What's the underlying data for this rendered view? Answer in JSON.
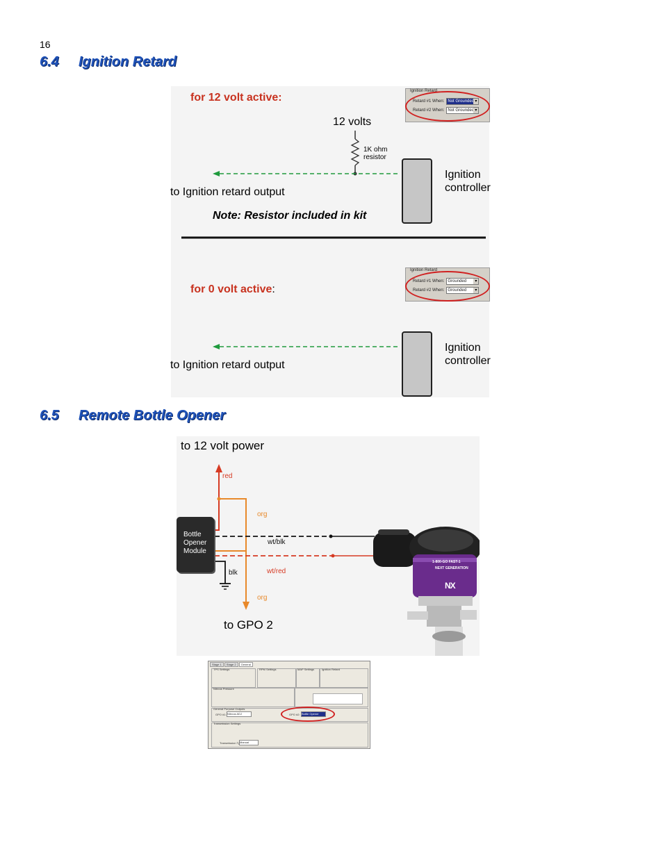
{
  "page_number": "16",
  "section_6_4": {
    "number": "6.4",
    "title": "Ignition Retard",
    "diagram_12v": {
      "heading": "for 12 volt  active:",
      "voltage_label": "12 volts",
      "resistor_label_line1": "1K ohm",
      "resistor_label_line2": "resistor",
      "output_label": "to Ignition retard output",
      "controller_line1": "Ignition",
      "controller_line2": "controller",
      "note": "Note: Resistor included in kit",
      "software_panel": {
        "group_label": "Ignition Retard",
        "row1_label": "Retard #1 When:",
        "row1_value": "Not Grounded",
        "row2_label": "Retard #2 When:",
        "row2_value": "Not Grounded"
      }
    },
    "diagram_0v": {
      "heading": "for 0 volt active",
      "heading_suffix": ":",
      "output_label": "to Ignition retard output",
      "controller_line1": "Ignition",
      "controller_line2": "controller",
      "software_panel": {
        "group_label": "Ignition Retard",
        "row1_label": "Retard #1 When:",
        "row1_value": "Grounded",
        "row2_label": "Retard #2 When:",
        "row2_value": "Grounded"
      }
    },
    "colors": {
      "heading_red": "#c8321f",
      "wire_green": "#1e9a3c",
      "oval_red": "#d02020"
    }
  },
  "section_6_5": {
    "number": "6.5",
    "title": "Remote Bottle Opener",
    "diagram": {
      "top_label": "to 12 volt power",
      "bottom_label": "to GPO 2",
      "module_line1": "Bottle",
      "module_line2": "Opener",
      "module_line3": "Module",
      "wire_red": "red",
      "wire_org_top": "org",
      "wire_wtblk": "wt/blk",
      "wire_wtred": "wt/red",
      "wire_blk": "blk",
      "wire_org_bottom": "org",
      "solenoid_text1": "1-800-GO",
      "solenoid_text2": "FAST-1",
      "solenoid_text3": "NEXT",
      "solenoid_text4": "GENERATION",
      "solenoid_logo": "NX"
    },
    "colors": {
      "wire_red": "#d63a23",
      "wire_orange": "#e8892a",
      "wire_black": "#111111",
      "solenoid_purple": "#6a2c8c"
    },
    "settings_screenshot": {
      "tabs": [
        "Stage 1",
        "Stage 2",
        "General"
      ],
      "tps_group": "TPS Settings",
      "rpm_group": "RPM Settings",
      "map_group": "MAP Settings",
      "ign_group": "Ignition Retard",
      "nitrous_group": "Nitrous Pressure",
      "gpo_group": "General Purpose Outputs",
      "gpo1_label": "GPO #1:",
      "gpo1_value": "Nitrous ADJ",
      "gpo2_label": "GPO #2:",
      "gpo2_value": "Bottle Opener",
      "trans_group": "Transmission Settings",
      "trans_type_label": "Transmission Type:",
      "trans_type_value": "Manual"
    }
  }
}
